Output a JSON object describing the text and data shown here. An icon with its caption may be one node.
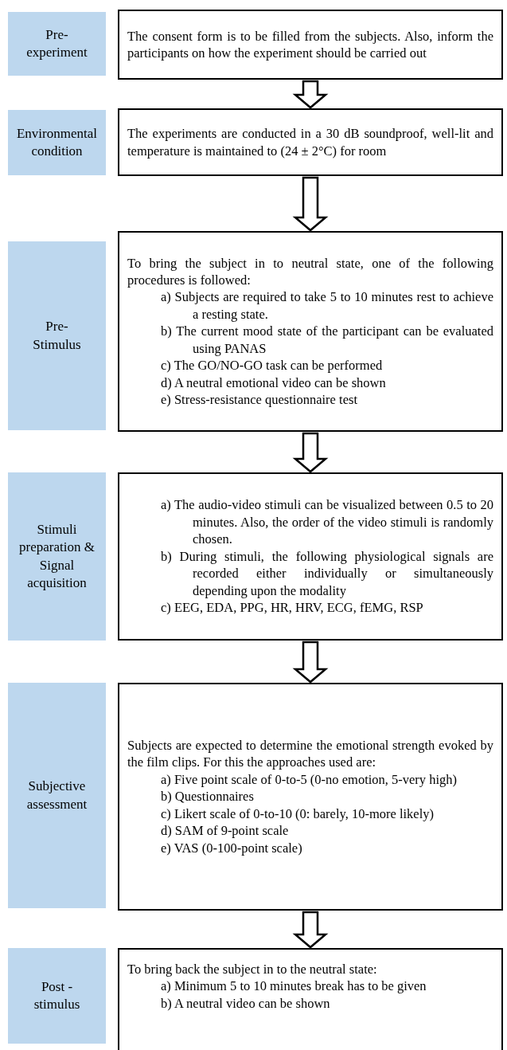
{
  "diagram": {
    "nodes": [
      {
        "text": [
          "Pre-experiment"
        ]
      },
      {
        "text": [
          "The consent form is to be filled from the subjects. Also, inform the participants on how the experiment should be carried out"
        ]
      },
      {
        "text": [
          "Environmental condition"
        ]
      },
      {
        "text": [
          "The experiments are conducted in a 30 dB soundproof, well-lit and temperature is maintained to (24 ± 2°C) for room"
        ]
      },
      {
        "text": [
          "Pre-Stimulus"
        ]
      },
      {
        "text": [
          "To bring the subject in to neutral state, one of the following procedures is followed:",
          "a) Subjects are required to take 5 to 10 minutes rest to achieve a resting state.",
          "b) The current mood state of the participant can be evaluated using PANAS",
          "c) The GO/NO-GO task can be performed",
          "d) A neutral emotional video can be shown",
          "e) Stress-resistance questionnaire test"
        ]
      },
      {
        "text": [
          "Stimuli preparation & Signal acquisition"
        ]
      },
      {
        "text": [
          "a) The audio-video stimuli can be visualized between 0.5 to 20 minutes. Also, the order of the video stimuli is randomly chosen.",
          "b) During stimuli, the following physiological signals are recorded either individually or simultaneously depending upon the modality",
          "c) EEG, EDA, PPG, HR, HRV, ECG, fEMG, RSP"
        ]
      },
      {
        "text": [
          "Subjective assessment"
        ]
      },
      {
        "text": [
          "Subjects are expected to determine the emotional strength evoked by the film clips. For this the approaches used are:",
          "a) Five point scale of 0-to-5 (0-no emotion, 5-very high)",
          "b) Questionnaires",
          "c) Likert scale of 0-to-10 (0: barely, 10-more likely)",
          "d) SAM of 9-point scale",
          "e) VAS (0-100-point scale)"
        ]
      },
      {
        "text": [
          "Post - stimulus"
        ]
      },
      {
        "text": [
          "To bring back the subject in to the neutral state:",
          "a) Minimum 5 to 10 minutes break has to be given",
          "b) A neutral video can be shown"
        ]
      }
    ],
    "edges": [
      {
        "from": 1,
        "to": 3,
        "arrow": "to"
      },
      {
        "from": 3,
        "to": 5,
        "arrow": "to"
      },
      {
        "from": 5,
        "to": 7,
        "arrow": "to"
      },
      {
        "from": 7,
        "to": 9,
        "arrow": "to"
      },
      {
        "from": 9,
        "to": 11,
        "arrow": "to"
      }
    ]
  }
}
